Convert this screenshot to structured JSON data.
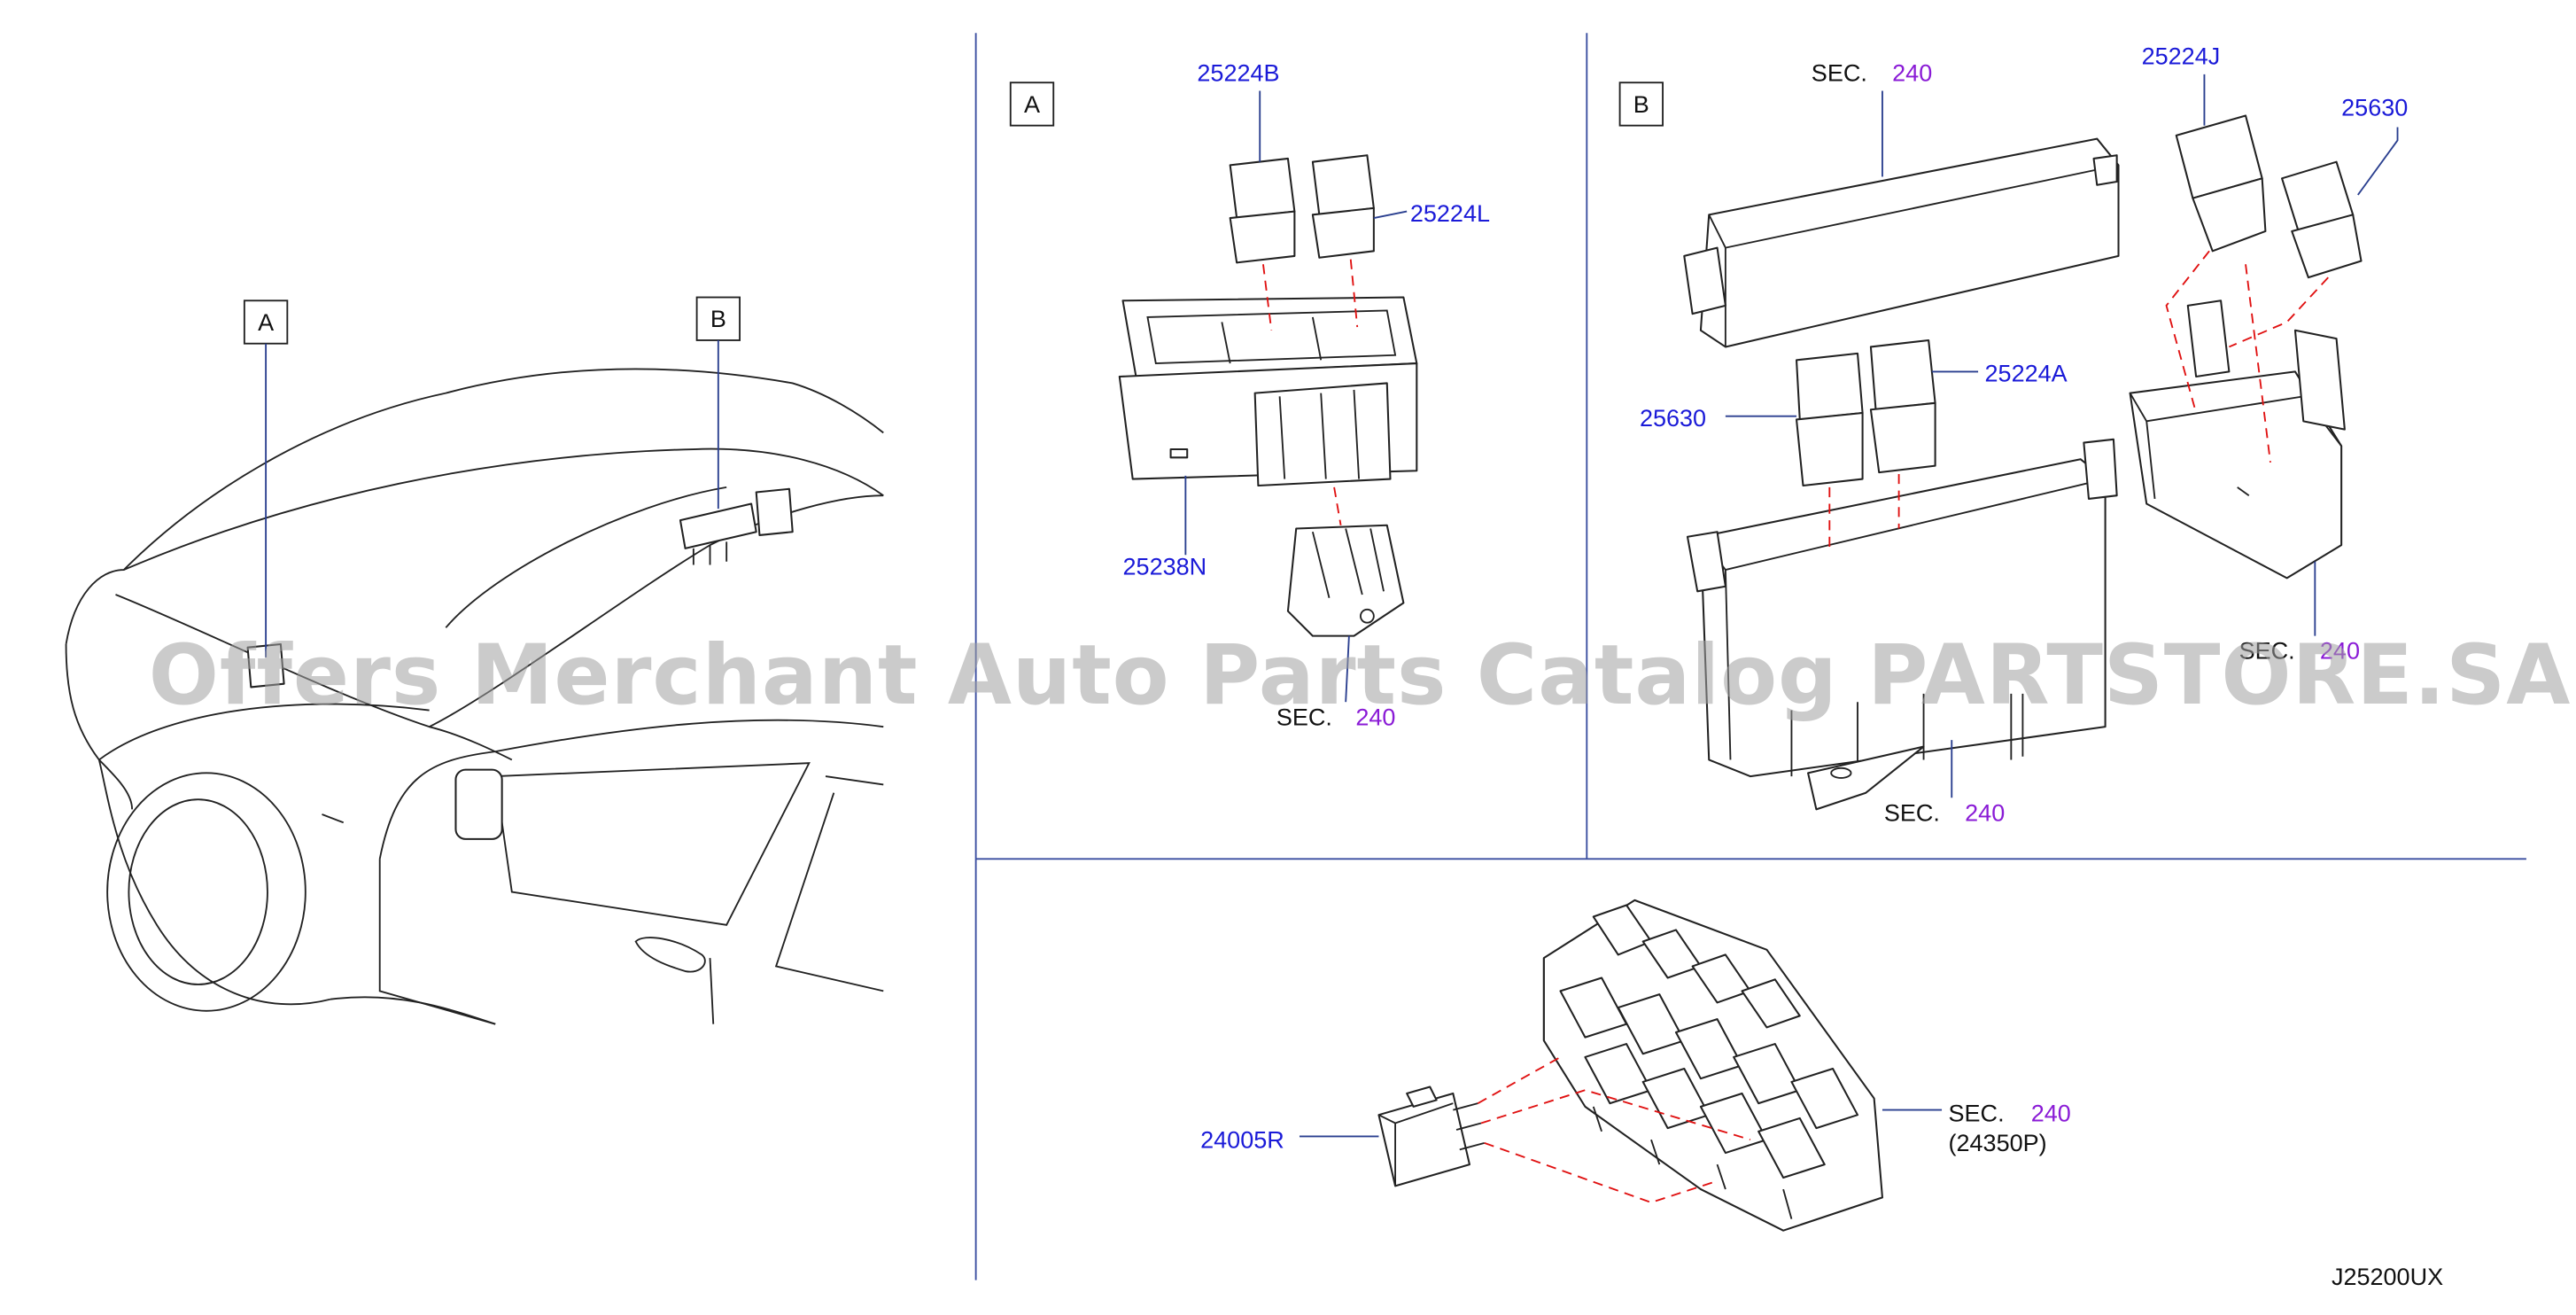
{
  "callouts": {
    "overview_a": "A",
    "overview_b": "B",
    "panel_a": "A",
    "panel_b": "B"
  },
  "parts": {
    "p25224B": "25224B",
    "p25224L": "25224L",
    "p25238N": "25238N",
    "p25224J": "25224J",
    "p25630_top": "25630",
    "p25630_mid": "25630",
    "p25224A": "25224A",
    "p24005R": "24005R",
    "p24350P": "(24350P)"
  },
  "sections": {
    "sec_prefix": "SEC.",
    "sec_number": "240"
  },
  "diagram_code": "J25200UX",
  "watermark": "Offers Merchant Auto Parts Catalog PARTSTORE.SA",
  "colors": {
    "part_number": "#1a1ad8",
    "section_number": "#8a1bd6",
    "dashed_guide": "#e01010",
    "divider": "#3a4ea0"
  }
}
